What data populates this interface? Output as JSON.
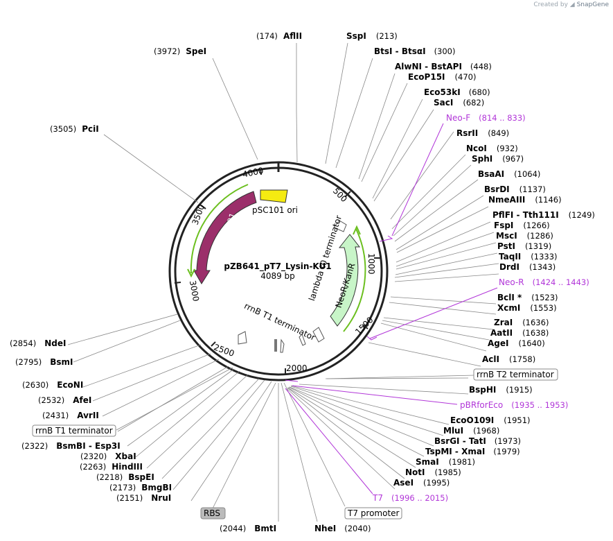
{
  "watermark": {
    "prefix": "Created by",
    "brand": "SnapGene"
  },
  "plasmid": {
    "name": "pZB641_pT7_Lysin-KU1",
    "length": "4089 bp"
  },
  "ticks": [
    "500",
    "1000",
    "1500",
    "2000",
    "2500",
    "3000",
    "3500",
    "4000"
  ],
  "features": [
    {
      "name": "pSC101 ori",
      "color": "#f5eb11"
    },
    {
      "name": "Rep101",
      "color": "#9b2f6a"
    },
    {
      "name": "NeoR/KanR",
      "color": "#c8f5c8"
    },
    {
      "name": "lambda t0 terminator"
    },
    {
      "name": "rrnB T1 terminator"
    }
  ],
  "sites": [
    {
      "name": "AflII",
      "pos": "(174)"
    },
    {
      "name": "SspI",
      "pos": "(213)"
    },
    {
      "name": "SpeI",
      "pos": "(3972)"
    },
    {
      "name": "BtsI - BtsαI",
      "pos": "(300)"
    },
    {
      "name": "AlwNI - BstAPI",
      "pos": "(448)"
    },
    {
      "name": "EcoP15I",
      "pos": "(470)"
    },
    {
      "name": "PciI",
      "pos": "(3505)"
    },
    {
      "name": "Eco53kI",
      "pos": "(680)"
    },
    {
      "name": "SacI",
      "pos": "(682)"
    },
    {
      "name": "Neo-F",
      "pos": "(814 .. 833)",
      "primer": true
    },
    {
      "name": "RsrII",
      "pos": "(849)"
    },
    {
      "name": "NcoI",
      "pos": "(932)"
    },
    {
      "name": "SphI",
      "pos": "(967)"
    },
    {
      "name": "BsaAI",
      "pos": "(1064)"
    },
    {
      "name": "BsrDI",
      "pos": "(1137)"
    },
    {
      "name": "NmeAIII",
      "pos": "(1146)"
    },
    {
      "name": "PflFI - Tth111I",
      "pos": "(1249)"
    },
    {
      "name": "FspI",
      "pos": "(1266)"
    },
    {
      "name": "MscI",
      "pos": "(1286)"
    },
    {
      "name": "PstI",
      "pos": "(1319)"
    },
    {
      "name": "TaqII",
      "pos": "(1333)"
    },
    {
      "name": "DrdI",
      "pos": "(1343)"
    },
    {
      "name": "Neo-R",
      "pos": "(1424 .. 1443)",
      "primer": true
    },
    {
      "name": "BclI *",
      "pos": "(1523)"
    },
    {
      "name": "XcmI",
      "pos": "(1553)"
    },
    {
      "name": "ZraI",
      "pos": "(1636)"
    },
    {
      "name": "AatII",
      "pos": "(1638)"
    },
    {
      "name": "AgeI",
      "pos": "(1640)"
    },
    {
      "name": "AclI",
      "pos": "(1758)"
    },
    {
      "name": "BspHI",
      "pos": "(1915)"
    },
    {
      "name": "pBRforEco",
      "pos": "(1935 .. 1953)",
      "primer": true
    },
    {
      "name": "EcoO109I",
      "pos": "(1951)"
    },
    {
      "name": "MluI",
      "pos": "(1968)"
    },
    {
      "name": "BsrGI - TatI",
      "pos": "(1973)"
    },
    {
      "name": "TspMI - XmaI",
      "pos": "(1979)"
    },
    {
      "name": "SmaI",
      "pos": "(1981)"
    },
    {
      "name": "NotI",
      "pos": "(1985)"
    },
    {
      "name": "AseI",
      "pos": "(1995)"
    },
    {
      "name": "T7",
      "pos": "(1996 .. 2015)",
      "primer": true
    },
    {
      "name": "NdeI",
      "pos": "(2854)"
    },
    {
      "name": "BsmI",
      "pos": "(2795)"
    },
    {
      "name": "EcoNI",
      "pos": "(2630)"
    },
    {
      "name": "AfeI",
      "pos": "(2532)"
    },
    {
      "name": "AvrII",
      "pos": "(2431)"
    },
    {
      "name": "BsmBI - Esp3I",
      "pos": "(2322)"
    },
    {
      "name": "XbaI",
      "pos": "(2320)"
    },
    {
      "name": "HindIII",
      "pos": "(2263)"
    },
    {
      "name": "BspEI",
      "pos": "(2218)"
    },
    {
      "name": "BmgBI",
      "pos": "(2173)"
    },
    {
      "name": "NruI",
      "pos": "(2151)"
    },
    {
      "name": "BmtI",
      "pos": "(2044)"
    },
    {
      "name": "NheI",
      "pos": "(2040)"
    }
  ],
  "boxed_labels": [
    {
      "name": "rrnB T2 terminator"
    },
    {
      "name": "rrnB T1 terminator"
    },
    {
      "name": "RBS",
      "shaded": true
    },
    {
      "name": "T7 promoter"
    }
  ]
}
